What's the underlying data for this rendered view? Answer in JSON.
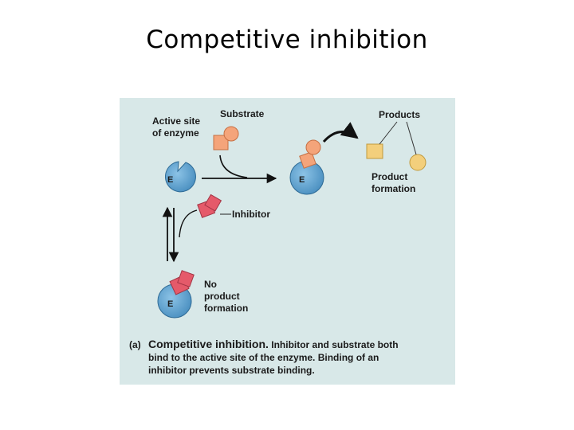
{
  "slide": {
    "title": "Competitive inhibition"
  },
  "diagram": {
    "labels": {
      "active_site": "Active site\nof enzyme",
      "substrate": "Substrate",
      "products": "Products",
      "product_formation": "Product\nformation",
      "inhibitor": "Inhibitor",
      "no_product": "No\nproduct\nformation",
      "enzyme_letter": "E"
    },
    "caption": {
      "tag": "(a)",
      "heading": "Competitive inhibition.",
      "line1": "Inhibitor and substrate both",
      "line2": "bind to the active site of the enzyme. Binding of an",
      "line3": "inhibitor prevents substrate binding."
    },
    "colors": {
      "panel": "#d8e8e8",
      "enzyme": "#5fa2cf",
      "substrate": "#f4a47a",
      "inhibitor": "#e55a6a",
      "product": "#f3cf7c"
    }
  }
}
